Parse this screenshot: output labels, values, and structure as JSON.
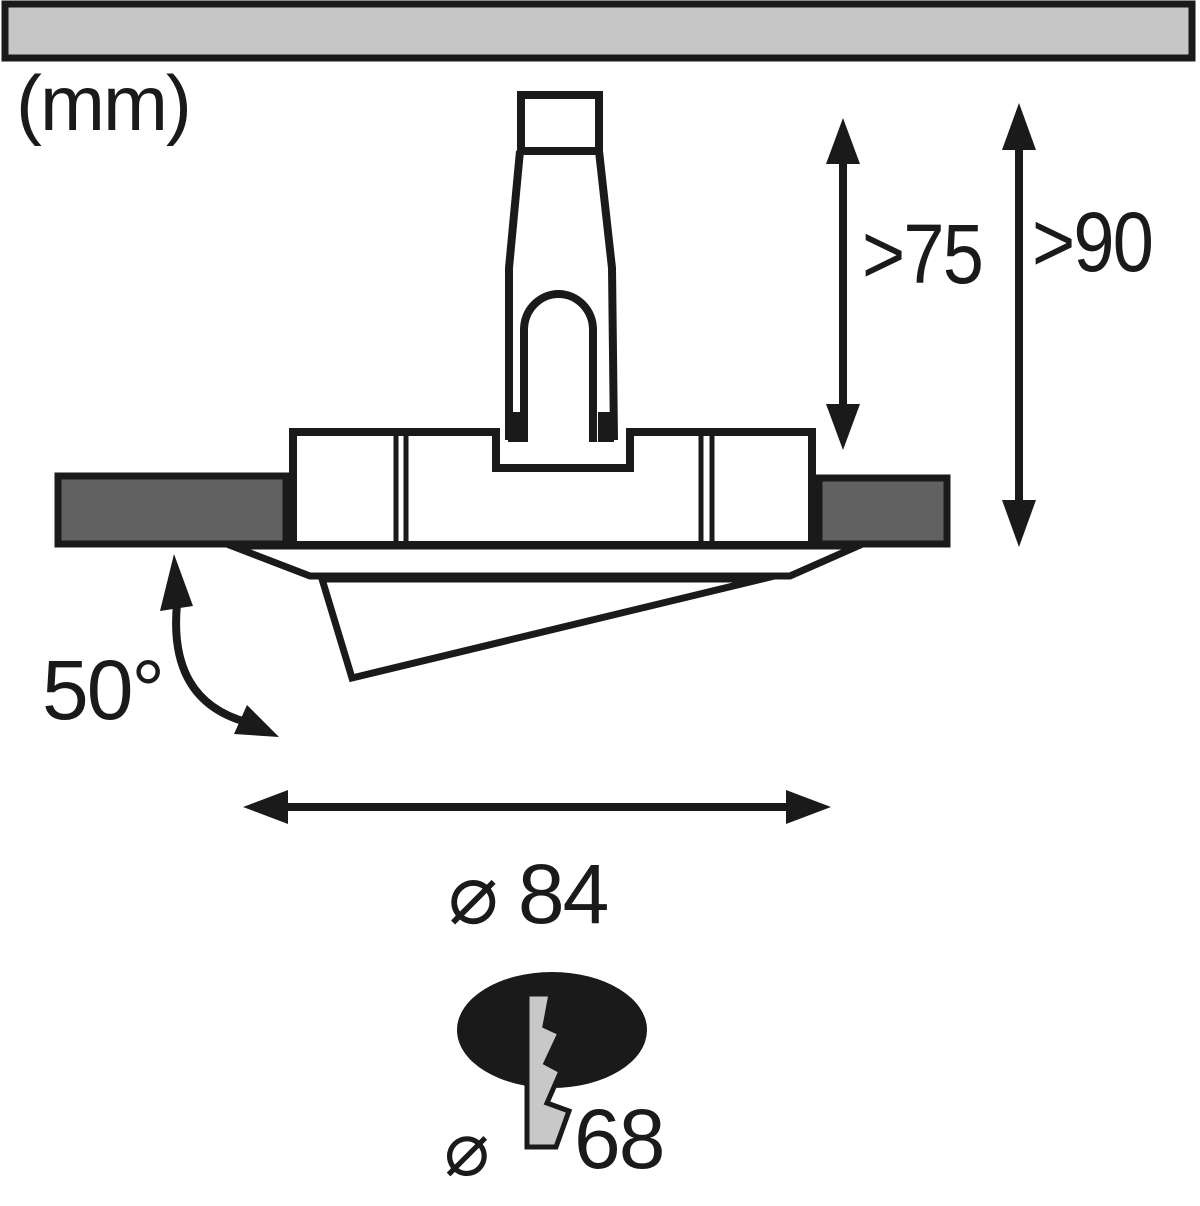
{
  "document": {
    "unit_label": "(mm)"
  },
  "dimensions": {
    "recess_depth": ">75",
    "total_recess_height": ">90",
    "tilt_angle": "50°",
    "trim_diameter": "⌀ 84",
    "cutout_symbol": "⌀",
    "cutout_value": "68"
  },
  "icons": {
    "lightning_bolt": "mains-connection-bolt",
    "cutout_hole": "ceiling-cutout-ellipse"
  },
  "colors": {
    "line": "#1a1a1a",
    "ceiling_fill": "#c6c6c6",
    "wall_fill": "#616161",
    "hole_fill": "#1a1a1a",
    "bolt_fill": "#c8c8c8",
    "background": "#ffffff"
  }
}
